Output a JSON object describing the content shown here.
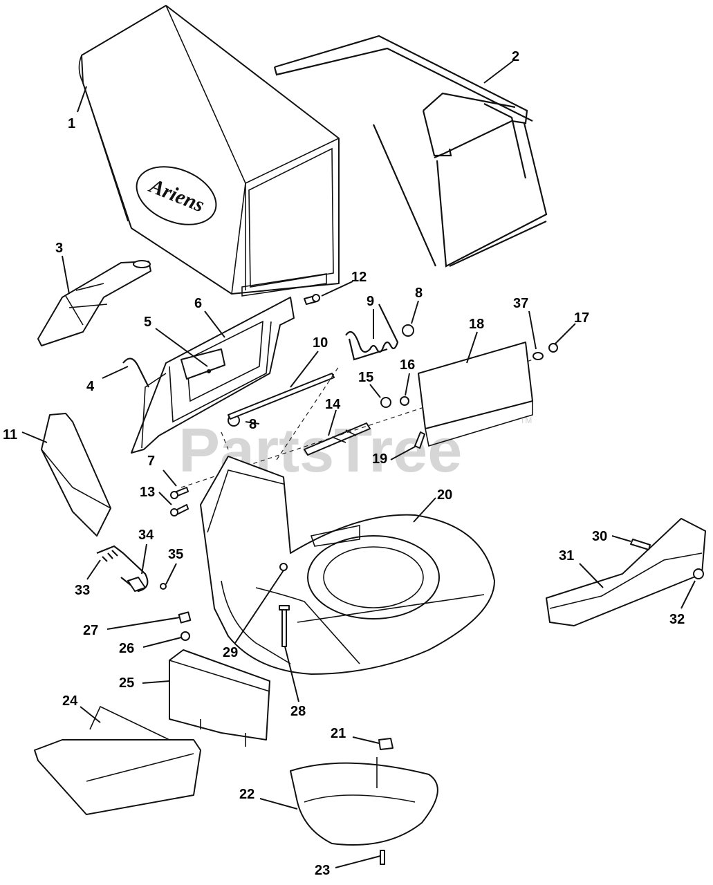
{
  "diagram": {
    "brand_logo": "Ariens",
    "watermark": "PartsTree",
    "watermark_tm": "TM",
    "callouts": [
      {
        "id": "c1",
        "label": "1"
      },
      {
        "id": "c2",
        "label": "2"
      },
      {
        "id": "c3",
        "label": "3"
      },
      {
        "id": "c4",
        "label": "4"
      },
      {
        "id": "c5",
        "label": "5"
      },
      {
        "id": "c6",
        "label": "6"
      },
      {
        "id": "c7",
        "label": "7"
      },
      {
        "id": "c8a",
        "label": "8"
      },
      {
        "id": "c8b",
        "label": "8"
      },
      {
        "id": "c9",
        "label": "9"
      },
      {
        "id": "c10",
        "label": "10"
      },
      {
        "id": "c11",
        "label": "11"
      },
      {
        "id": "c12",
        "label": "12"
      },
      {
        "id": "c13",
        "label": "13"
      },
      {
        "id": "c14",
        "label": "14"
      },
      {
        "id": "c15",
        "label": "15"
      },
      {
        "id": "c16",
        "label": "16"
      },
      {
        "id": "c17",
        "label": "17"
      },
      {
        "id": "c18",
        "label": "18"
      },
      {
        "id": "c19",
        "label": "19"
      },
      {
        "id": "c20",
        "label": "20"
      },
      {
        "id": "c21",
        "label": "21"
      },
      {
        "id": "c22",
        "label": "22"
      },
      {
        "id": "c23",
        "label": "23"
      },
      {
        "id": "c24",
        "label": "24"
      },
      {
        "id": "c25",
        "label": "25"
      },
      {
        "id": "c26",
        "label": "26"
      },
      {
        "id": "c27",
        "label": "27"
      },
      {
        "id": "c28",
        "label": "28"
      },
      {
        "id": "c29",
        "label": "29"
      },
      {
        "id": "c30",
        "label": "30"
      },
      {
        "id": "c31",
        "label": "31"
      },
      {
        "id": "c32",
        "label": "32"
      },
      {
        "id": "c33",
        "label": "33"
      },
      {
        "id": "c34",
        "label": "34"
      },
      {
        "id": "c35",
        "label": "35"
      },
      {
        "id": "c37",
        "label": "37"
      }
    ]
  }
}
